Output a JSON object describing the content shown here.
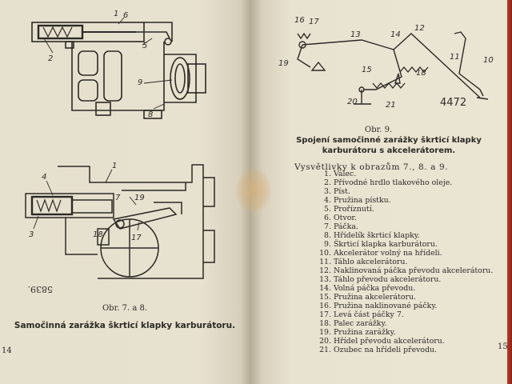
{
  "left_page": {
    "page_number": "14",
    "figure_stamp": "5839.",
    "caption_number": "Obr. 7. a 8.",
    "caption_title": "Samočinná zarážka škrticí klapky karburátoru."
  },
  "right_page": {
    "page_number": "15",
    "figure_stamp": "4472",
    "caption_number": "Obr. 9.",
    "caption_title": "Spojení samočinné zarážky škrticí klapky karburátoru s akcelerátorem.",
    "legend_title": "Vysvětlivky k obrazům 7., 8. a 9.",
    "legend": [
      {
        "num": "1.",
        "text": "Válec."
      },
      {
        "num": "2.",
        "text": "Přívodné hrdlo tlakového oleje."
      },
      {
        "num": "3.",
        "text": "Píst."
      },
      {
        "num": "4.",
        "text": "Pružina pístku."
      },
      {
        "num": "5.",
        "text": "Proříznutí."
      },
      {
        "num": "6.",
        "text": "Otvor."
      },
      {
        "num": "7.",
        "text": "Páčka."
      },
      {
        "num": "8.",
        "text": "Hřídelík škrticí klapky."
      },
      {
        "num": "9.",
        "text": "Škrticí klapka karburátoru."
      },
      {
        "num": "10.",
        "text": "Akcelerátor volný na hřídeli."
      },
      {
        "num": "11.",
        "text": "Táhlo akcelerátoru."
      },
      {
        "num": "12.",
        "text": "Naklinovaná páčka převodu akcelerátoru."
      },
      {
        "num": "13.",
        "text": "Táhlo převodu akcelerátoru."
      },
      {
        "num": "14.",
        "text": "Volná páčka převodu."
      },
      {
        "num": "15.",
        "text": "Pružina akcelerátoru."
      },
      {
        "num": "16.",
        "text": "Pružina naklinované páčky."
      },
      {
        "num": "17.",
        "text": "Levá část páčky 7."
      },
      {
        "num": "18.",
        "text": "Palec zarážky."
      },
      {
        "num": "19.",
        "text": "Pružina zarážky."
      },
      {
        "num": "20.",
        "text": "Hřídel převodu akcelerátoru."
      },
      {
        "num": "21.",
        "text": "Ozubec na hřídeli převodu."
      }
    ]
  },
  "callouts": {
    "fig7": {
      "c6": "6",
      "c1": "1",
      "c5": "5",
      "c2": "2",
      "c9": "9",
      "c8": "8"
    },
    "fig8": {
      "c4": "4",
      "c1": "1",
      "c3": "3",
      "c7": "7",
      "c19": "19",
      "c18": "18",
      "c17": "17"
    },
    "fig9": {
      "c16": "16",
      "c17": "17",
      "c13": "13",
      "c14": "14",
      "c12": "12",
      "c19": "19",
      "c15": "15",
      "c18": "18",
      "c11": "11",
      "c10": "10",
      "c20": "20",
      "c21": "21"
    }
  }
}
